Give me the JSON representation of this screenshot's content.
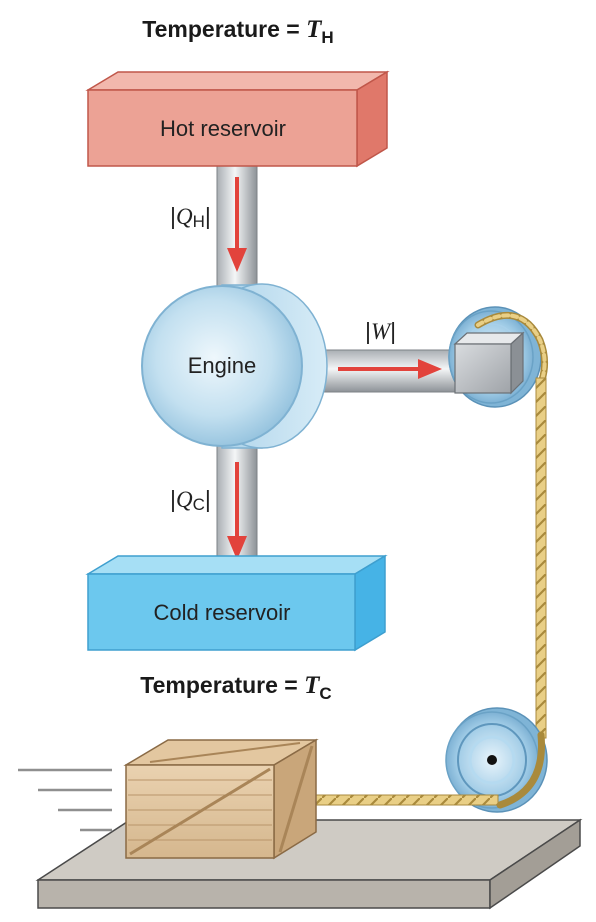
{
  "top_label": {
    "prefix": "Temperature = ",
    "symbol": "T",
    "subscript": "H"
  },
  "bottom_label": {
    "prefix": "Temperature = ",
    "symbol": "T",
    "subscript": "C"
  },
  "hot_reservoir": {
    "label": "Hot reservoir",
    "color": "#e8968a"
  },
  "cold_reservoir": {
    "label": "Cold reservoir",
    "color": "#6cc8ee"
  },
  "engine": {
    "label": "Engine"
  },
  "heat_in": {
    "bar": "|",
    "symbol": "Q",
    "subscript": "H"
  },
  "heat_out": {
    "bar": "|",
    "symbol": "Q",
    "subscript": "C"
  },
  "work": {
    "bar": "|",
    "symbol": "W"
  },
  "colors": {
    "arrow": "#e2433c",
    "rope": "#e6c97a",
    "floor": "#cfcbc4"
  }
}
